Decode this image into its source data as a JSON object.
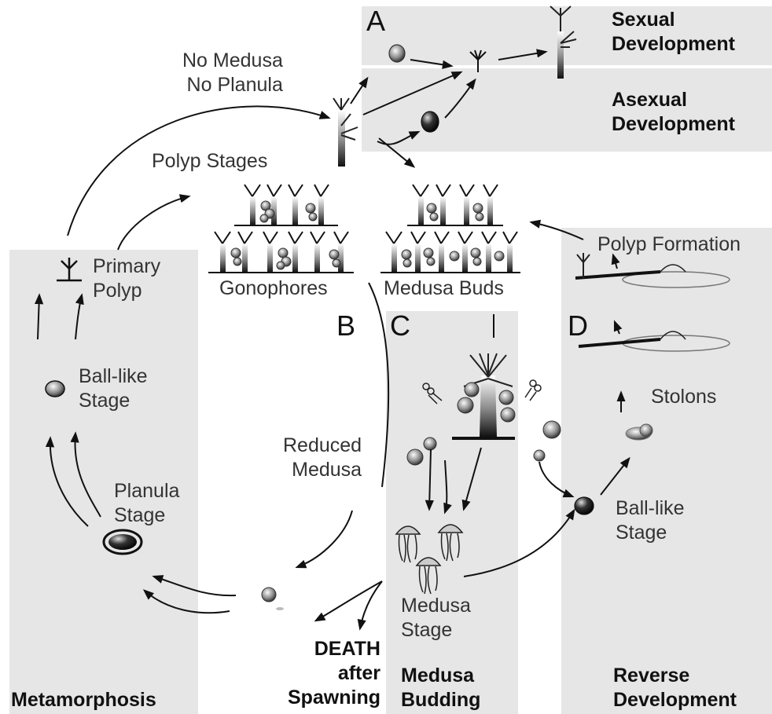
{
  "panels": {
    "A": {
      "letter": "A"
    },
    "B": {
      "letter": "B"
    },
    "C": {
      "letter": "C"
    },
    "D": {
      "letter": "D"
    }
  },
  "labels": {
    "sexual_development": [
      "Sexual",
      "Development"
    ],
    "asexual_development": [
      "Asexual",
      "Development"
    ],
    "no_medusa_no_planula": [
      "No Medusa",
      "No Planula"
    ],
    "polyp_stages": "Polyp Stages",
    "gonophores": "Gonophores",
    "medusa_buds": "Medusa Buds",
    "primary_polyp": [
      "Primary",
      "Polyp"
    ],
    "ball_like_stage_left": [
      "Ball-like",
      "Stage"
    ],
    "planula_stage": [
      "Planula",
      "Stage"
    ],
    "reduced_medusa": [
      "Reduced",
      "Medusa"
    ],
    "death_after_spawning": [
      "DEATH",
      "after",
      "Spawning"
    ],
    "medusa_stage": [
      "Medusa",
      "Stage"
    ],
    "polyp_formation": "Polyp Formation",
    "stolons": "Stolons",
    "ball_like_stage_right": [
      "Ball-like",
      "Stage"
    ],
    "metamorphosis": "Metamorphosis",
    "medusa_budding": [
      "Medusa",
      "Budding"
    ],
    "reverse_development": [
      "Reverse",
      "Development"
    ]
  },
  "colors": {
    "panel": "#e6e6e6",
    "divider": "#ffffff",
    "ink": "#111111",
    "text": "#333333"
  },
  "icons": [
    "polyp-colony-icon",
    "gonophore-icon",
    "medusa-bud-icon",
    "medusa-icon",
    "ball-like-stage-icon",
    "planula-icon",
    "scissors-icon",
    "stolon-icon"
  ]
}
